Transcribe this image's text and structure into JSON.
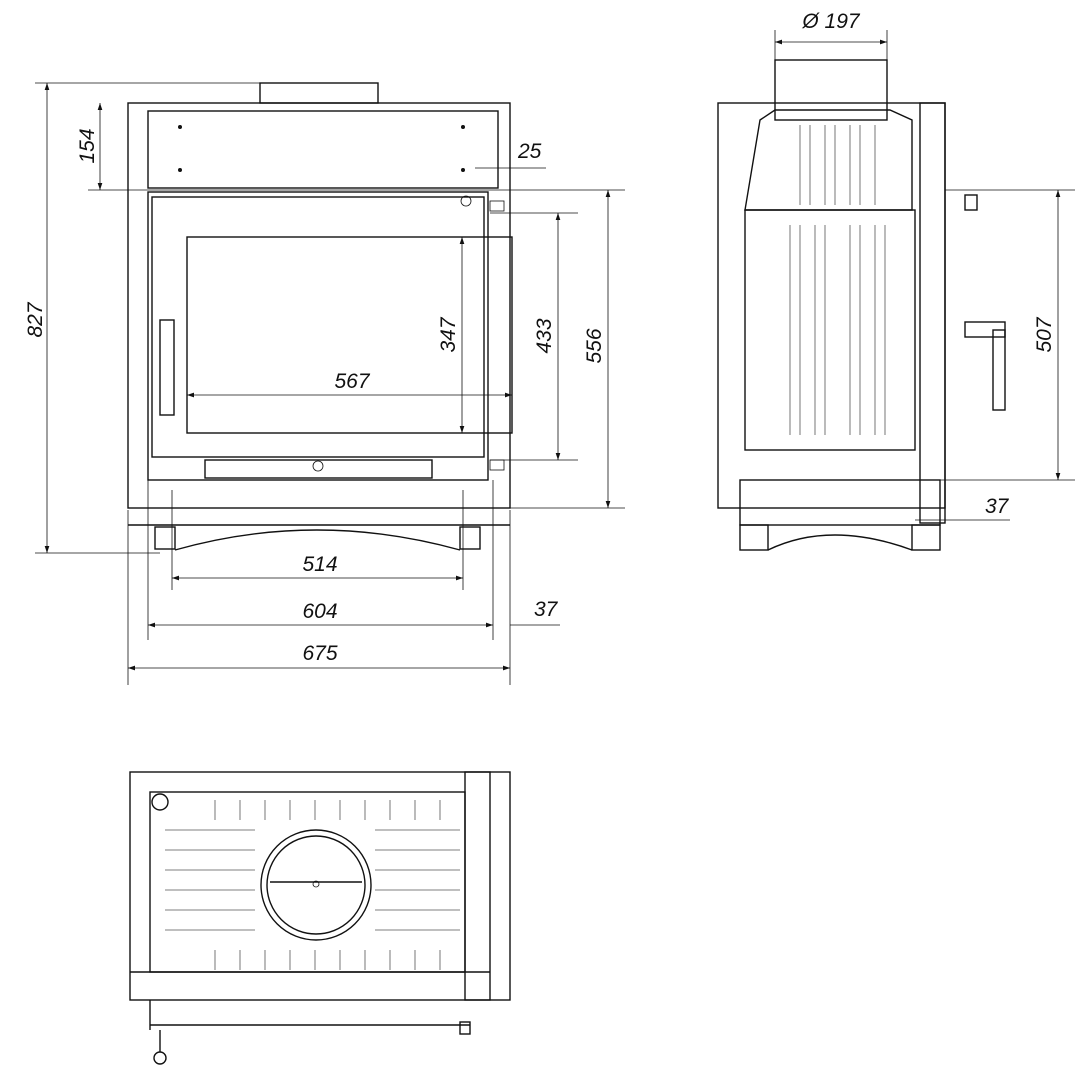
{
  "front_view": {
    "dims": {
      "total_height": "827",
      "top_panel": "154",
      "offset_right": "25",
      "glass_height": "347",
      "door_inner_height": "433",
      "door_height": "556",
      "glass_width": "567",
      "feet_spacing": "514",
      "door_width": "604",
      "side_offset": "37",
      "total_width": "675"
    }
  },
  "side_view": {
    "dims": {
      "flue_diameter": "Ø 197",
      "door_height": "507",
      "front_offset": "37"
    }
  },
  "top_view": {}
}
